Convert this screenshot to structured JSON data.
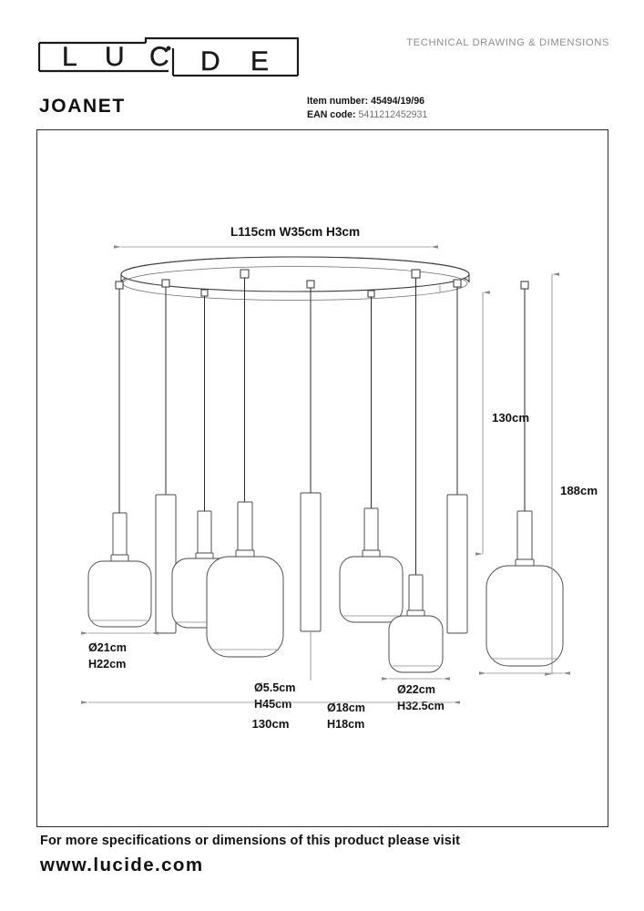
{
  "header": {
    "logo_text": "LUCIDE",
    "logo_letters": [
      "L",
      "U",
      "C",
      "i",
      "D",
      "E"
    ],
    "tagline": "TECHNICAL DRAWING & DIMENSIONS"
  },
  "product": {
    "name": "JOANET",
    "item_number_label": "Item number:",
    "item_number": "45494/19/96",
    "ean_label": "EAN code:",
    "ean": "5411212452931"
  },
  "drawing": {
    "top_spec": "L115cm  W35cm  H3cm",
    "width_top": "115",
    "dimensions": {
      "height_drop": "130cm",
      "height_total": "188cm",
      "width_bottom": "130cm"
    },
    "shade_labels": [
      {
        "id": "shade-a",
        "diameter": "Ø21cm",
        "height": "H22cm"
      },
      {
        "id": "tube",
        "diameter": "Ø5.5cm",
        "height": "H45cm"
      },
      {
        "id": "shade-small",
        "diameter": "Ø18cm",
        "height": "H18cm"
      },
      {
        "id": "shade-large",
        "diameter": "Ø22cm",
        "height": "H32.5cm"
      }
    ]
  },
  "footer": {
    "line1": "For more specifications or dimensions of this product please visit",
    "line2": "www.lucide.com"
  },
  "colors": {
    "ink": "#1a1a1a",
    "frame": "#2b2b2b",
    "dim_line": "#8a8a8a",
    "outline": "#3c3c3c",
    "tagline": "#8d8d8d"
  }
}
